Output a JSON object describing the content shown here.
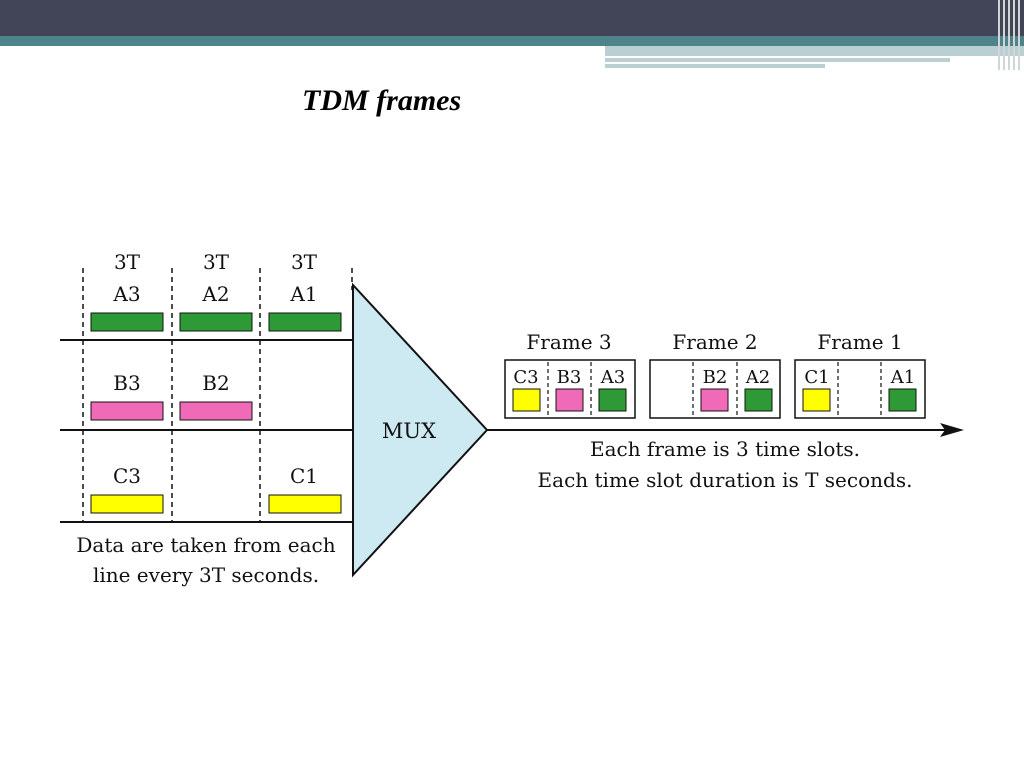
{
  "slide": {
    "title": "TDM frames"
  },
  "diagram": {
    "period_labels": [
      "3T",
      "3T",
      "3T"
    ],
    "inputs": {
      "line_a": [
        "A3",
        "A2",
        "A1"
      ],
      "line_b": [
        "B3",
        "B2"
      ],
      "line_c": [
        "C3",
        "C1"
      ]
    },
    "input_note": [
      "Data are taken from each",
      "line every 3T seconds."
    ],
    "mux_label": "MUX",
    "frames": [
      {
        "label": "Frame 3",
        "slots": [
          "C3",
          "B3",
          "A3"
        ]
      },
      {
        "label": "Frame 2",
        "slots": [
          "",
          "B2",
          "A2"
        ]
      },
      {
        "label": "Frame 1",
        "slots": [
          "C1",
          "",
          "A1"
        ]
      }
    ],
    "output_note": [
      "Each frame is 3 time slots.",
      "Each time slot duration is T seconds."
    ],
    "colors": {
      "a": "#2e9a35",
      "b": "#f06ab8",
      "c": "#ffff00",
      "mux_fill": "#cdeaf2",
      "header": "#424457",
      "accent": "#4e8489"
    }
  }
}
